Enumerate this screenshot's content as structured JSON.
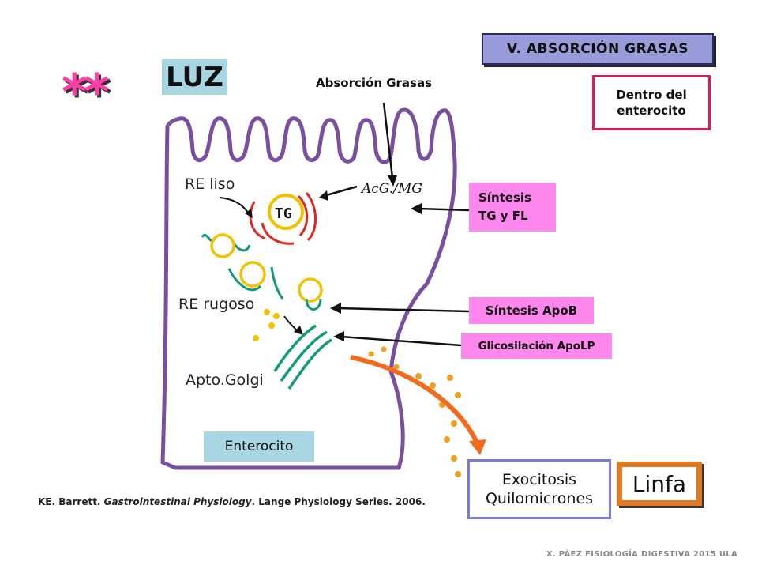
{
  "title": "V. ABSORCIÓN GRASAS",
  "stars": "**",
  "luz": "LUZ",
  "absorcion_label": "Absorción Grasas",
  "dentro": "Dentro del\nenterocito",
  "handwritten": {
    "tg": "TG",
    "acg_mg": "AcG./MG"
  },
  "labels": {
    "re_liso": "RE liso",
    "re_rugoso": "RE rugoso",
    "golgi": "Apto.Golgi",
    "enterocito": "Enterocito"
  },
  "boxes": {
    "sintesis_tg": "Síntesis\nTG y FL",
    "sintesis_apob": "Síntesis ApoB",
    "glicosilacion": "Glicosilación ApoLP",
    "exocitosis_line1": "Exocitosis",
    "exocitosis_line2": "Quilomicrones",
    "linfa": "Linfa"
  },
  "reference": {
    "authors": "KE. Barrett. ",
    "book": "Gastrointestinal Physiology",
    "rest": ". Lange Physiology Series. 2006."
  },
  "footer": "X. PÁEZ   FISIOLOGÍA DIGESTIVA 2015 ULA",
  "colors": {
    "title_bg": "#9a9cd9",
    "luz_bg": "#a9d6e3",
    "pink_box": "#ff88ee",
    "dentro_border": "#d81b60",
    "stars": "#ff3ea7",
    "linfa_frame": "#e07a22",
    "cell_outline": "#7a4fa0",
    "orange_arrow": "#f26b1d",
    "droplets": "#f0a020"
  }
}
